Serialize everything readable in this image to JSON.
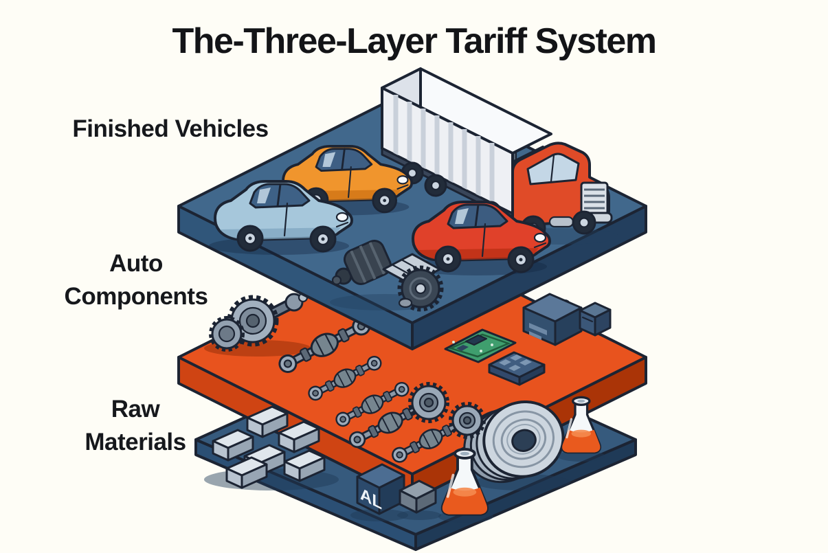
{
  "title": "The-Three-Layer Tariff System",
  "background_color": "#fefdf6",
  "outline_color": "#1c2433",
  "layers": [
    {
      "label": "Finished Vehicles",
      "label_lines": [
        "Finished Vehicles"
      ],
      "platform_color": "#41688c",
      "items": [
        "light blue hatchback car",
        "orange sedan car",
        "red SUV car",
        "semi truck with white trailer and red cab",
        "engine assembly"
      ]
    },
    {
      "label": "Auto Components",
      "label_lines": [
        "Auto",
        "Components"
      ],
      "platform_color": "#e8531e",
      "items": [
        "transmission gear assembly",
        "drive axle shaft",
        "tie rod",
        "driveshaft with gear",
        "second driveshaft with gear",
        "green circuit board",
        "car battery",
        "electronic control module",
        "flat control module"
      ]
    },
    {
      "label": "Raw Materials",
      "label_lines": [
        "Raw",
        "Materials"
      ],
      "platform_color": "#365a7d",
      "items": [
        "stacked metal ingots",
        "aluminum cube",
        "small metal block",
        "chemical flask with orange liquid",
        "rolled steel coil",
        "second chemical flask with orange liquid"
      ],
      "aluminum_cube_label": "AL"
    }
  ]
}
